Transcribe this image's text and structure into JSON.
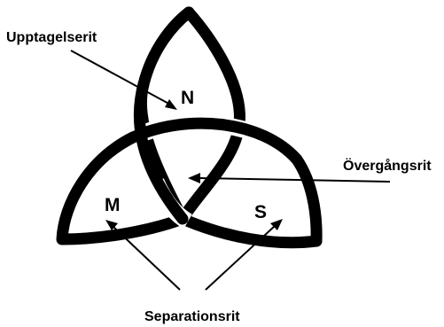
{
  "regions": {
    "top": "N",
    "left": "M",
    "right": "S"
  },
  "callouts": {
    "incorporation": "Upptagelserit",
    "transition": "Övergångsrit",
    "separation": "Separationsrit"
  },
  "colors": {
    "ink": "#000000",
    "background": "#ffffff"
  }
}
